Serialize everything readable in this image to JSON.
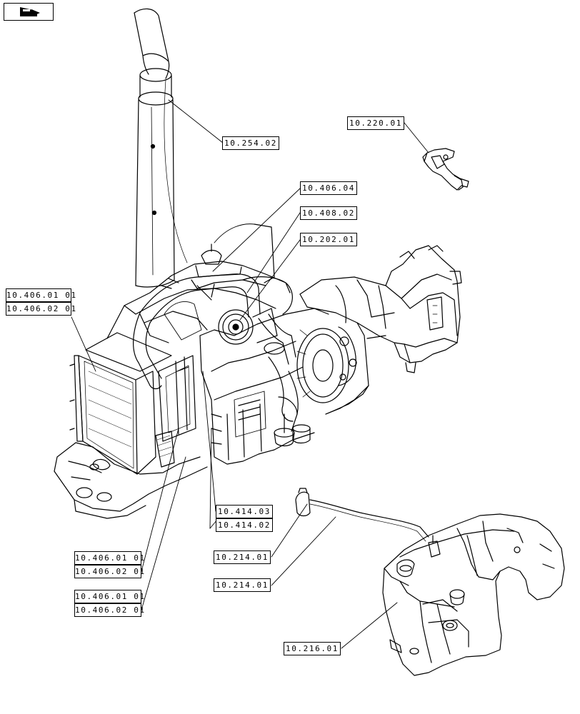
{
  "diagram": {
    "nav_icon": "return-arrow-icon",
    "callouts": {
      "c1": "10.254.02",
      "c2": "10.220.01",
      "c3": "10.406.04",
      "c4": "10.408.02",
      "c5": "10.202.01",
      "c6a": "10.406.01 01",
      "c6b": "10.406.02 01",
      "c7a": "10.414.03",
      "c7b": "10.414.02",
      "c8a": "10.406.01 01",
      "c8b": "10.406.02 01",
      "c9": "10.214.01",
      "c10": "10.214.01",
      "c11a": "10.406.01 01",
      "c11b": "10.406.02 01",
      "c12": "10.216.01"
    }
  }
}
